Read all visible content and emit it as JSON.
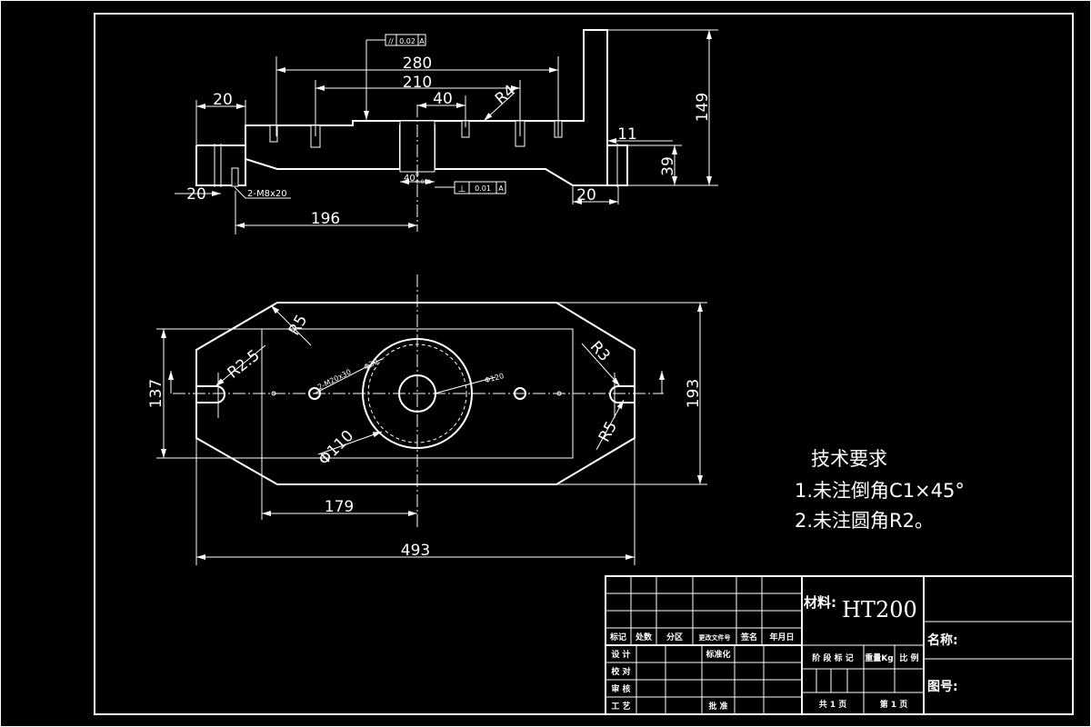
{
  "top_view": {
    "tolerance_parallel": {
      "symbol": "//",
      "value": "0.02",
      "datum": "A"
    },
    "tolerance_perpendicular": {
      "symbol": "⊥",
      "value": "0.01",
      "datum": "A"
    },
    "dims": {
      "d280": "280",
      "d210": "210",
      "d40": "40",
      "r4": "R4",
      "d20_left": "20",
      "d20_bottom": "20",
      "d196": "196",
      "d149": "149",
      "d11": "11",
      "d39": "39",
      "d20_right": "20",
      "thread": "2-M8x20",
      "d40_tol": "40",
      "tol_upper": "0",
      "tol_lower": "0.081"
    }
  },
  "plan_view": {
    "dims": {
      "r5_top": "R5",
      "r25": "R2.5",
      "r3": "R3",
      "r5_right": "R5",
      "d137": "137",
      "d193": "193",
      "d179": "179",
      "d493": "493",
      "phi110": "Φ110",
      "phi120": "Φ120",
      "thread": "2-M20x30",
      "phi30": "Φ30"
    }
  },
  "tech_requirements": {
    "title": "技术要求",
    "item1": "1.未注倒角C1×45°",
    "item2": "2.未注圆角R2。"
  },
  "title_block": {
    "material_label": "材料:",
    "material_value": "HT200",
    "name_label": "名称:",
    "drawing_no_label": "图号:",
    "header_cols": [
      "标记",
      "处数",
      "分区",
      "更改文件号",
      "签名",
      "年月日"
    ],
    "row_design": "设 计",
    "row_check": "校 对",
    "row_review": "审 核",
    "row_process": "工 艺",
    "standardize": "标准化",
    "approve": "批 准",
    "stage_cols": [
      "阶 段 标 记",
      "重量Kg",
      "比 例"
    ],
    "total_pages": "共 1 页",
    "page_no": "第 1 页"
  }
}
